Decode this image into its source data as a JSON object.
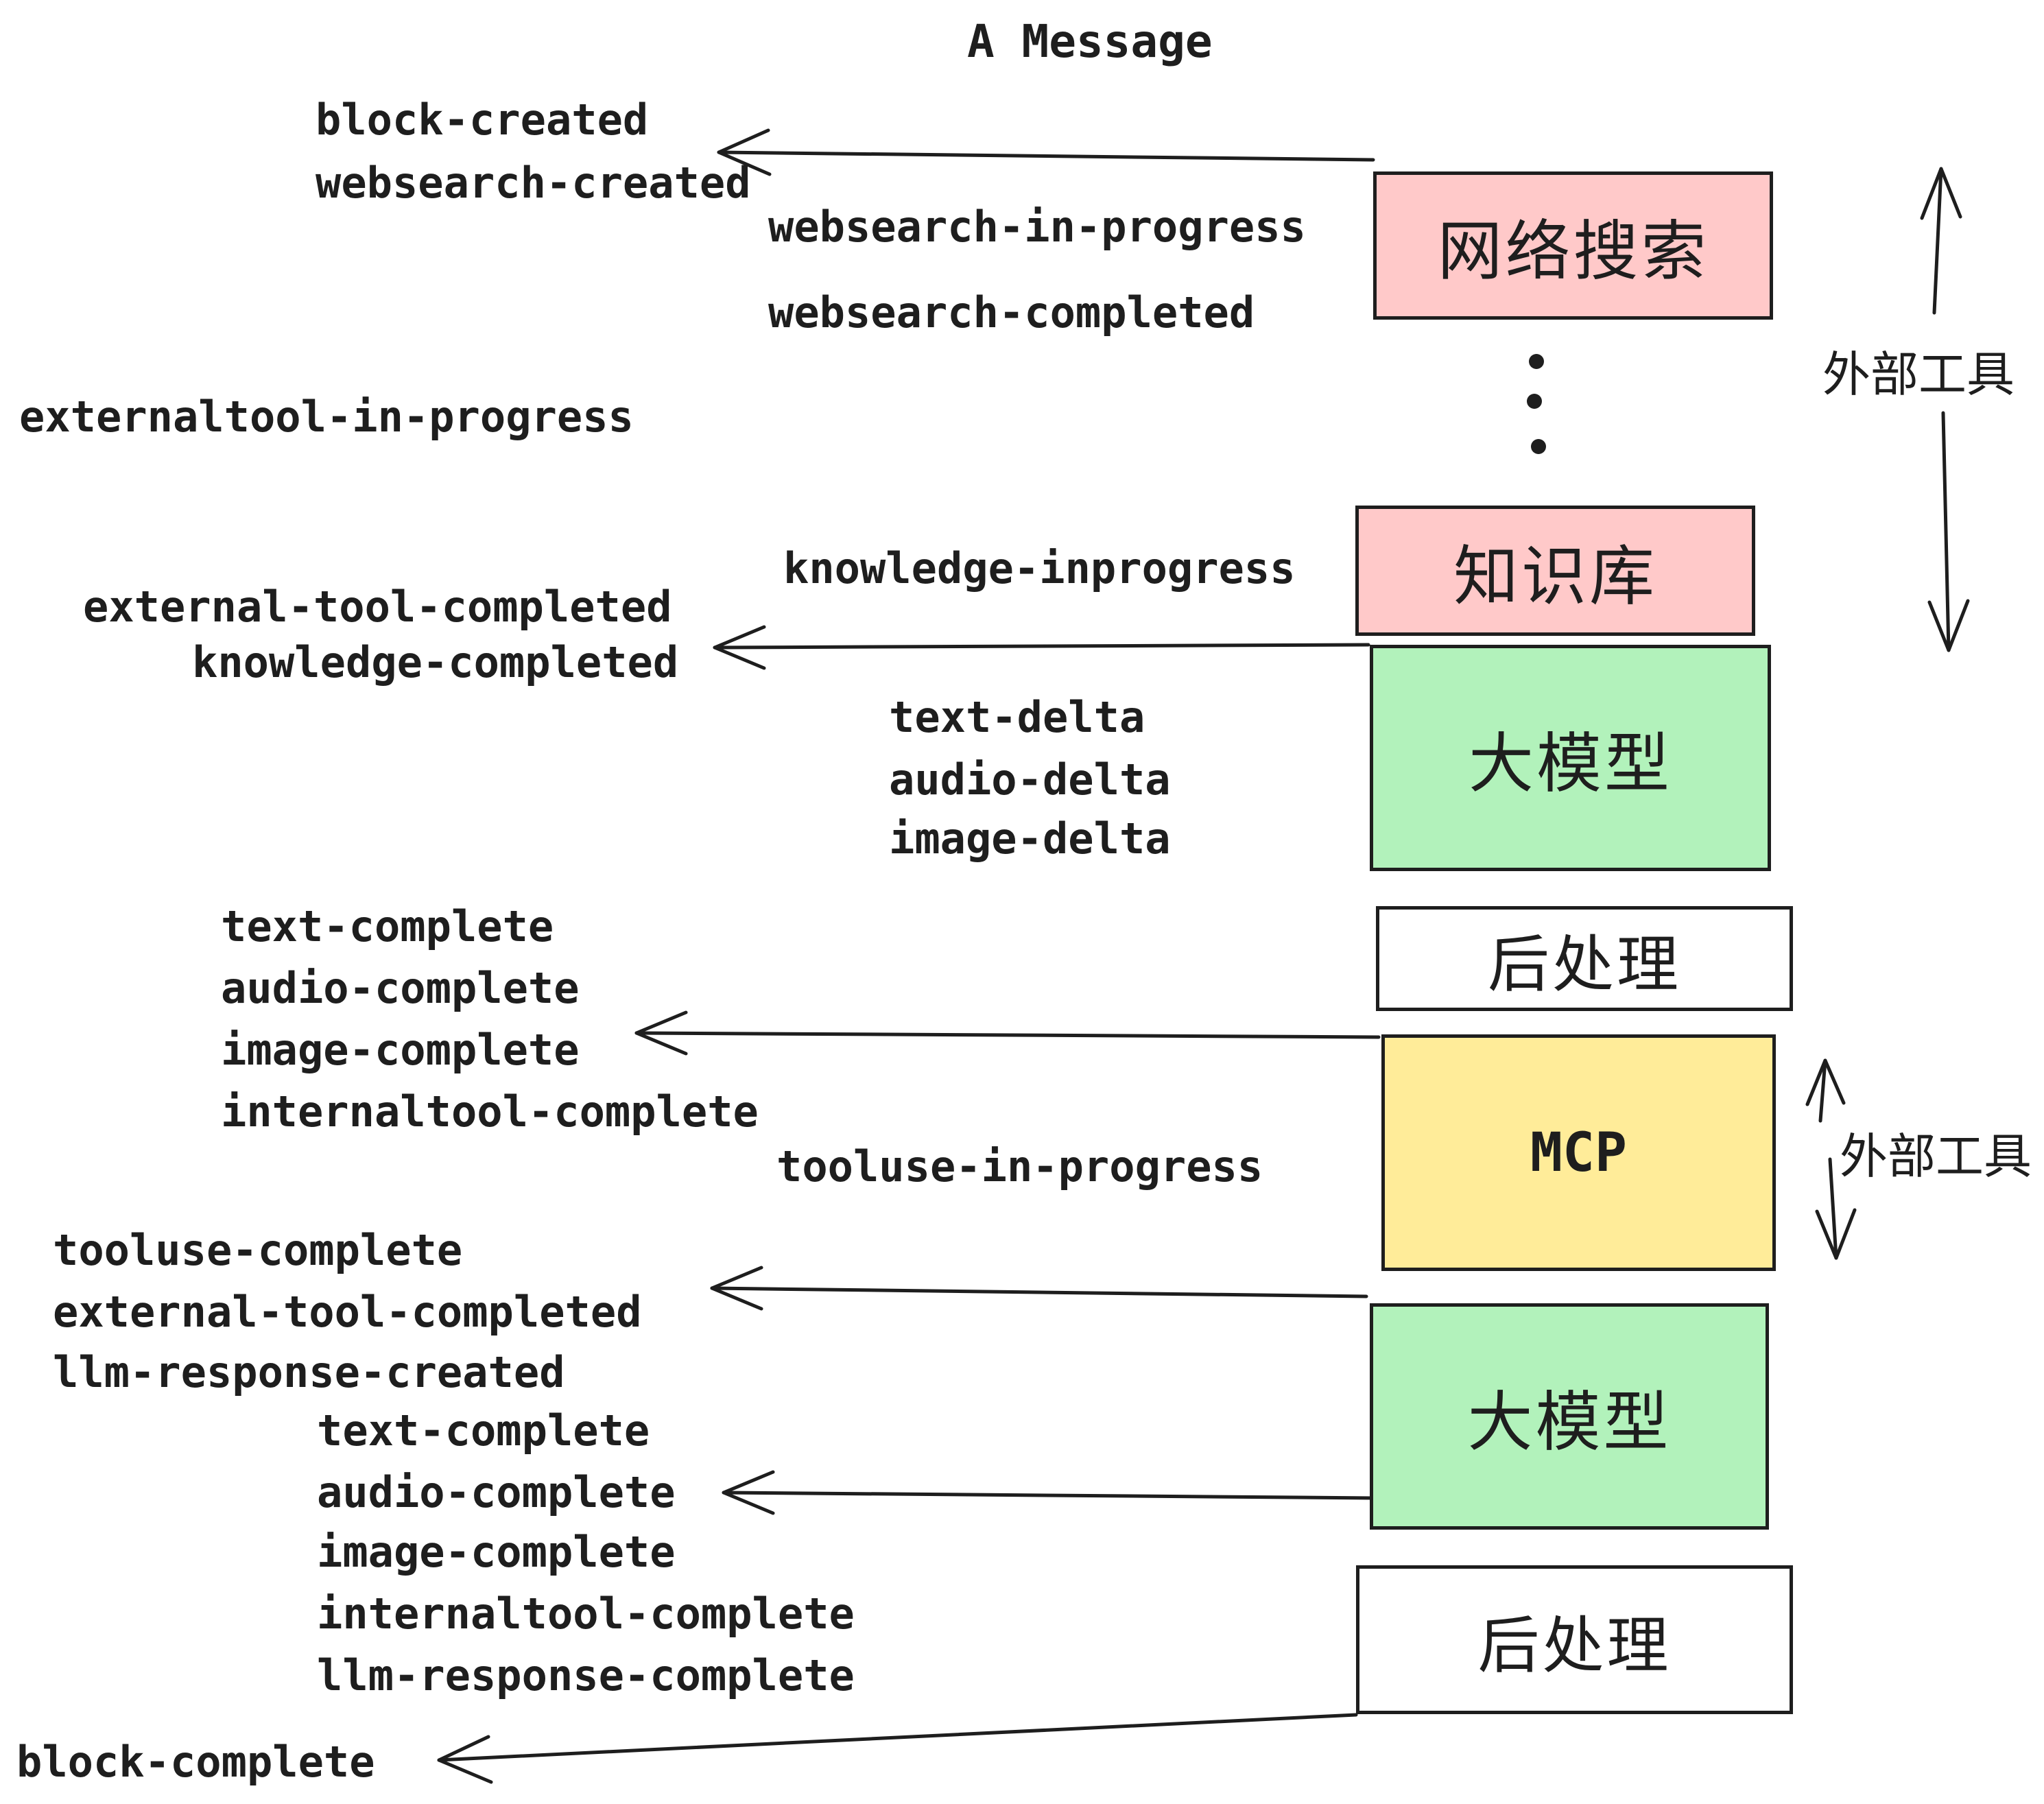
{
  "title": "A Message",
  "colors": {
    "ink": "#1e1e1e",
    "pink": "#ffc9c9",
    "green": "#b2f2bb",
    "yellow": "#ffec99",
    "white": "#ffffff"
  },
  "boxes": [
    {
      "label": "网络搜索",
      "fill": "#ffc9c9"
    },
    {
      "label": "知识库",
      "fill": "#ffc9c9"
    },
    {
      "label": "大模型",
      "fill": "#b2f2bb"
    },
    {
      "label": "后处理",
      "fill": "#ffffff"
    },
    {
      "label": "MCP",
      "fill": "#ffec99"
    },
    {
      "label": "大模型",
      "fill": "#b2f2bb"
    },
    {
      "label": "后处理",
      "fill": "#ffffff"
    }
  ],
  "side_labels": [
    {
      "label": "外部工具"
    },
    {
      "label": "外部工具"
    }
  ],
  "events": [
    "block-created",
    "websearch-created",
    "websearch-in-progress",
    "websearch-completed",
    "externaltool-in-progress",
    "knowledge-inprogress",
    "external-tool-completed",
    "knowledge-completed",
    "text-delta",
    "audio-delta",
    "image-delta",
    "text-complete",
    "audio-complete",
    "image-complete",
    "internaltool-complete",
    "tooluse-in-progress",
    "tooluse-complete",
    "external-tool-completed",
    "llm-response-created",
    "text-complete",
    "audio-complete",
    "image-complete",
    "internaltool-complete",
    "llm-response-complete",
    "block-complete"
  ]
}
